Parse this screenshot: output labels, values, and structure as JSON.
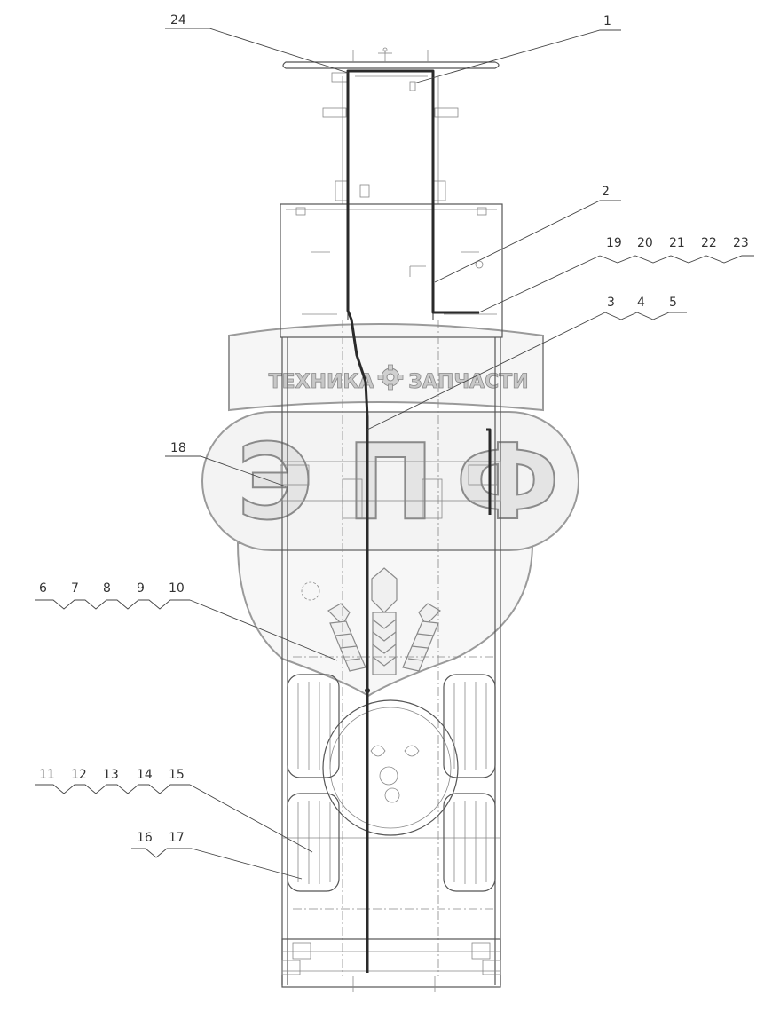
{
  "callouts": [
    "24",
    "1",
    "2",
    "19",
    "20",
    "21",
    "22",
    "23",
    "3",
    "4",
    "5",
    "18",
    "6",
    "7",
    "8",
    "9",
    "10",
    "11",
    "12",
    "13",
    "14",
    "15",
    "16",
    "17"
  ],
  "watermark": {
    "left_word": "ТЕХНИКА",
    "right_word": "ЗАПЧАСТИ",
    "letter_1": "Э",
    "letter_2": "П",
    "letter_3": "Ф"
  },
  "colors": {
    "line": "#555555",
    "harness": "#2a2a2a",
    "watermark_outline": "#9a9a9a",
    "watermark_text": "#c8c8c8"
  },
  "icons": [
    "gear-icon",
    "wheat-ears-icon"
  ]
}
